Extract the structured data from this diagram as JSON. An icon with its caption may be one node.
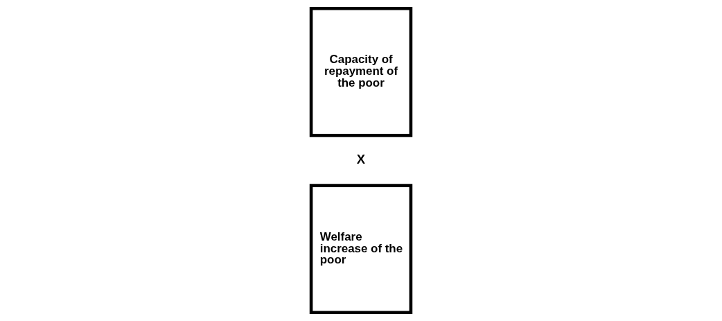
{
  "diagram": {
    "nodes": [
      {
        "text": [
          "Welfare increase of the poor"
        ]
      },
      {
        "text": [
          "Capacity of repayment of the poor"
        ]
      }
    ],
    "edges": [],
    "labels": [
      "X"
    ]
  }
}
